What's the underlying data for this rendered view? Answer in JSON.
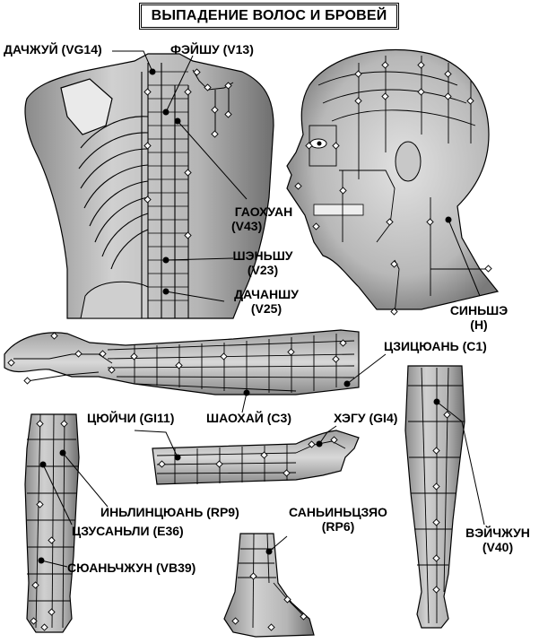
{
  "title": "ВЫПАДЕНИЕ ВОЛОС И БРОВЕЙ",
  "colors": {
    "ink": "#000000",
    "skin_light": "#d9d9d9",
    "skin_mid": "#a9a9a9",
    "skin_dark": "#6a6a6a",
    "point_fill": "#ffffff",
    "active_point": "#000000"
  },
  "points": {
    "dazhui": {
      "name": "ДАЧЖУЙ",
      "code": "(VG14)"
    },
    "feishu": {
      "name": "ФЭЙШУ",
      "code": "(V13)"
    },
    "gaohuang": {
      "name": "ГАОХУАН",
      "code": "(V43)"
    },
    "shenshu": {
      "name": "ШЭНЬШУ",
      "code": "(V23)"
    },
    "dachangshu": {
      "name": "ДАЧАНШУ",
      "code": "(V25)"
    },
    "xinshe": {
      "name": "СИНЬШЭ",
      "code": "(H)"
    },
    "jiquan": {
      "name": "ЦЗИЦЮАНЬ",
      "code": "(C1)"
    },
    "shaohai": {
      "name": "ШАОХАЙ",
      "code": "(C3)"
    },
    "quchi": {
      "name": "ЦЮЙЧИ",
      "code": "(GI11)"
    },
    "hegu": {
      "name": "ХЭГУ",
      "code": "(GI4)"
    },
    "yinlingquan": {
      "name": "ИНЬЛИНЦЮАНЬ",
      "code": "(RP9)"
    },
    "zusanli": {
      "name": "ЦЗУСАНЬЛИ",
      "code": "(E36)"
    },
    "xuanzhong": {
      "name": "СЮАНЬЧЖУН",
      "code": "(VB39)"
    },
    "sanyinjiao": {
      "name": "САНЬИНЬЦЗЯО",
      "code": "(RP6)"
    },
    "weizhong": {
      "name": "ВЭЙЧЖУН",
      "code": "(V40)"
    }
  }
}
